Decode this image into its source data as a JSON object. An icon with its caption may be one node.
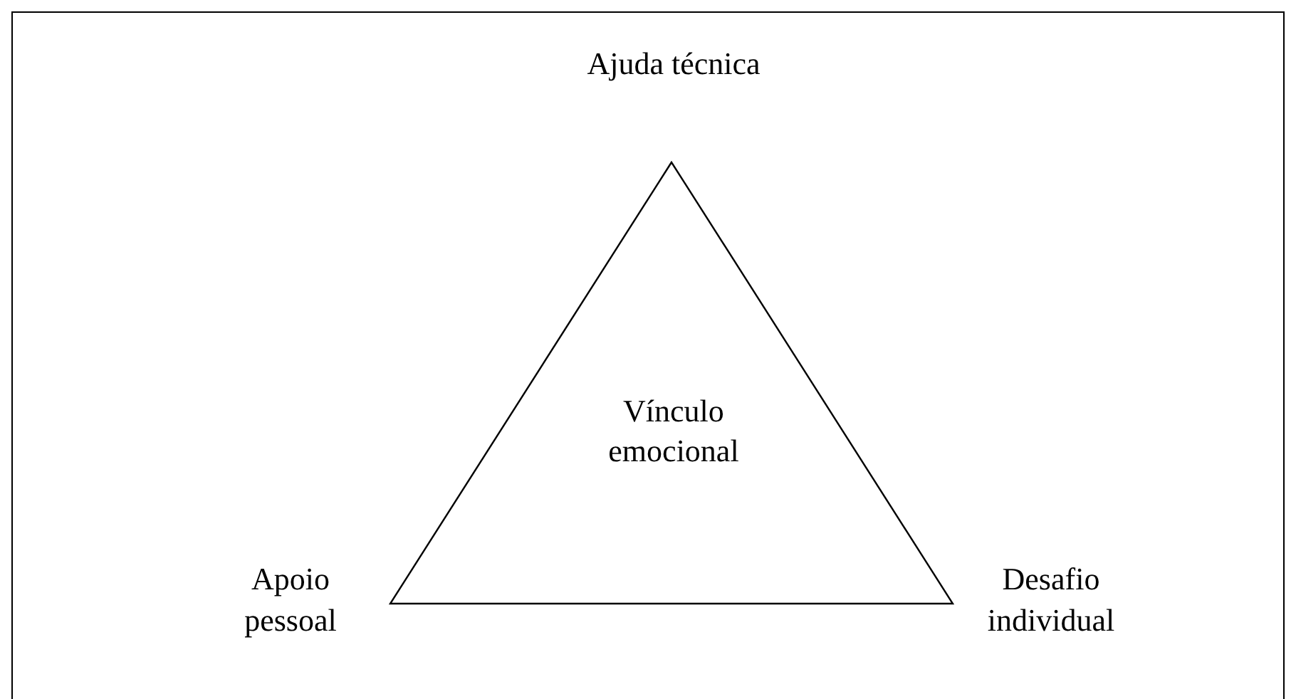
{
  "diagram": {
    "nodes": [
      {
        "text": [
          "Vínculo emocional"
        ]
      }
    ],
    "labels": [
      "Ajuda técnica",
      "Apoio pessoal",
      "Desafio individual"
    ]
  }
}
